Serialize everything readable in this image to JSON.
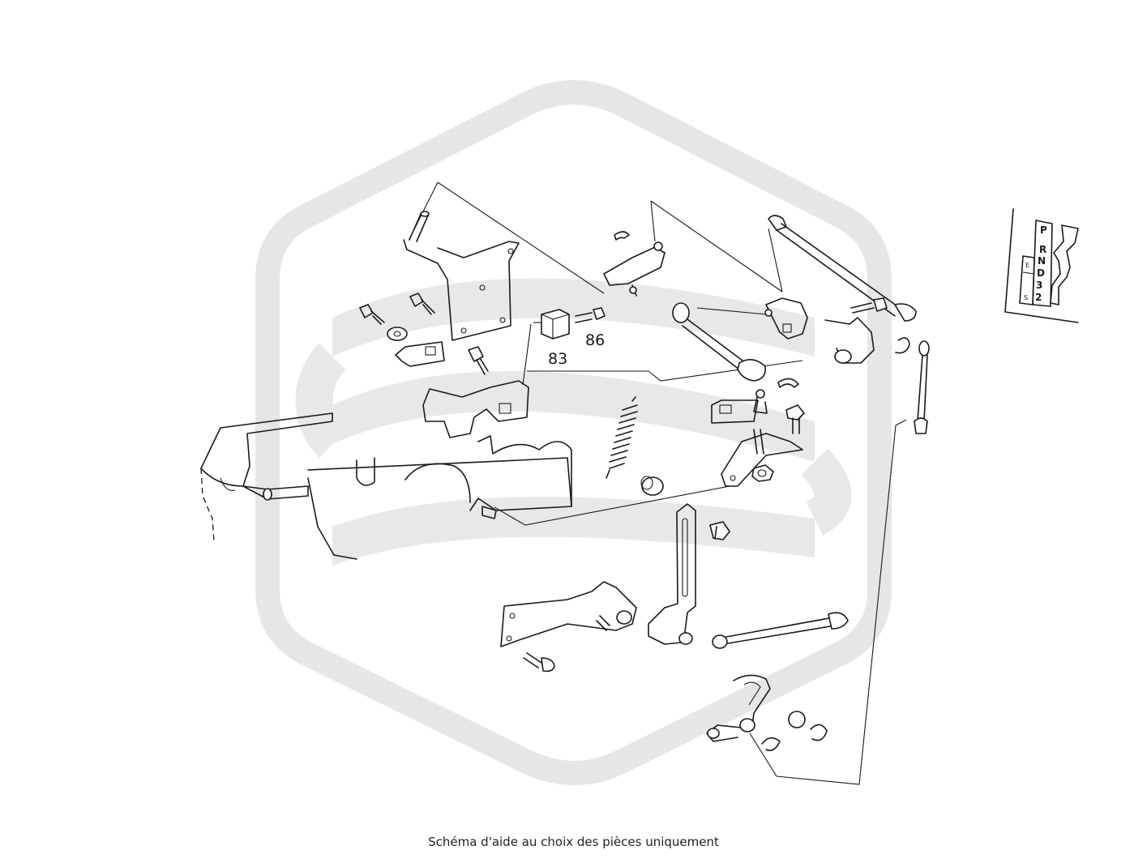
{
  "diagram": {
    "callouts": [
      "83",
      "86"
    ],
    "gear_selector": {
      "positions": [
        "P",
        "R",
        "N",
        "D",
        "3",
        "2"
      ],
      "mode_labels": [
        "E",
        "S"
      ]
    },
    "watermark_color": "#e6e6e6",
    "line_color": "#1a1a1a"
  },
  "caption": "Schéma d'aide au choix des pièces uniquement"
}
